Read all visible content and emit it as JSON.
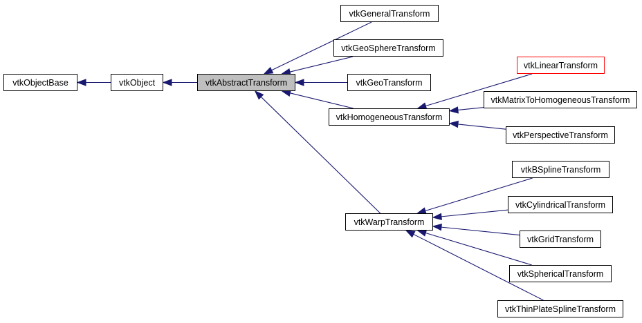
{
  "diagram": {
    "edge_color": "#191970",
    "current_fill": "#bfbfbf",
    "highlight_border": "#ff0000",
    "nodes": {
      "object_base": "vtkObjectBase",
      "object": "vtkObject",
      "abstract_transform": "vtkAbstractTransform",
      "general_transform": "vtkGeneralTransform",
      "geo_sphere_transform": "vtkGeoSphereTransform",
      "geo_transform": "vtkGeoTransform",
      "homogeneous_transform": "vtkHomogeneousTransform",
      "warp_transform": "vtkWarpTransform",
      "linear_transform": "vtkLinearTransform",
      "matrix_to_homogeneous_transform": "vtkMatrixToHomogeneousTransform",
      "perspective_transform": "vtkPerspectiveTransform",
      "bspline_transform": "vtkBSplineTransform",
      "cylindrical_transform": "vtkCylindricalTransform",
      "grid_transform": "vtkGridTransform",
      "spherical_transform": "vtkSphericalTransform",
      "thin_plate_spline_transform": "vtkThinPlateSplineTransform"
    },
    "edges": [
      {
        "child": "object",
        "parent": "object_base"
      },
      {
        "child": "abstract_transform",
        "parent": "object"
      },
      {
        "child": "general_transform",
        "parent": "abstract_transform"
      },
      {
        "child": "geo_sphere_transform",
        "parent": "abstract_transform"
      },
      {
        "child": "geo_transform",
        "parent": "abstract_transform"
      },
      {
        "child": "homogeneous_transform",
        "parent": "abstract_transform"
      },
      {
        "child": "warp_transform",
        "parent": "abstract_transform"
      },
      {
        "child": "linear_transform",
        "parent": "homogeneous_transform"
      },
      {
        "child": "matrix_to_homogeneous_transform",
        "parent": "homogeneous_transform"
      },
      {
        "child": "perspective_transform",
        "parent": "homogeneous_transform"
      },
      {
        "child": "bspline_transform",
        "parent": "warp_transform"
      },
      {
        "child": "cylindrical_transform",
        "parent": "warp_transform"
      },
      {
        "child": "grid_transform",
        "parent": "warp_transform"
      },
      {
        "child": "spherical_transform",
        "parent": "warp_transform"
      },
      {
        "child": "thin_plate_spline_transform",
        "parent": "warp_transform"
      }
    ]
  }
}
